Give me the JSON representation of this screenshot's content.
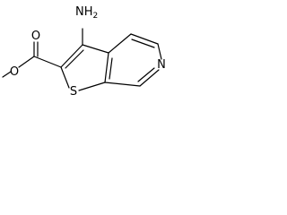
{
  "molecule": {
    "atoms": {
      "amine_nitrogen": "N",
      "amine_hydrogen": "H",
      "amine_hydrogen_count": "2",
      "sulfur": "S",
      "pyridine_nitrogen": "N",
      "ester_oxygen_single": "O",
      "ester_oxygen_double": "O"
    },
    "colors": {
      "bond": "#000000",
      "label": "#000000",
      "background": "#ffffff"
    }
  }
}
